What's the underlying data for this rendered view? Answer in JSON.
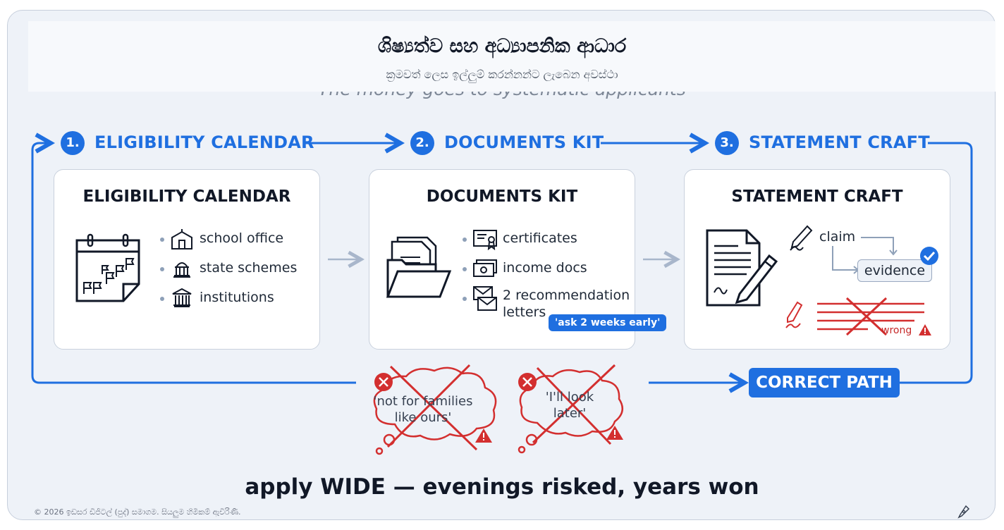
{
  "header": {
    "title": "ශිෂ්‍යත්ව සහ අධ්‍යාපනික ආධාර",
    "subtitle_si": "ක්‍රමවත් ලෙස ඉල්ලුම් කරන්නන්ට ලැබෙන අවස්ථා",
    "subtitle_en": "The money goes to systematic applicants"
  },
  "steps": [
    {
      "number": "1.",
      "label": "ELIGIBILITY CALENDAR"
    },
    {
      "number": "2.",
      "label": "DOCUMENTS KIT"
    },
    {
      "number": "3.",
      "label": "STATEMENT CRAFT"
    }
  ],
  "cards": [
    {
      "title": "ELIGIBILITY CALENDAR",
      "icon": "calendar-flags-icon",
      "items": [
        {
          "icon": "school-icon",
          "label": "school office"
        },
        {
          "icon": "capitol-icon",
          "label": "state schemes"
        },
        {
          "icon": "institution-icon",
          "label": "institutions"
        }
      ]
    },
    {
      "title": "DOCUMENTS KIT",
      "icon": "folder-icon",
      "items": [
        {
          "icon": "certificate-icon",
          "label": "certificates"
        },
        {
          "icon": "money-icon",
          "label": "income docs"
        },
        {
          "icon": "envelopes-icon",
          "label": "2 recommendation",
          "label2": "letters"
        }
      ],
      "callout": "'ask 2 weeks early'"
    },
    {
      "title": "STATEMENT CRAFT",
      "icon": "document-pen-icon",
      "claim": "claim",
      "evidence": "evidence",
      "wrong": "wrong"
    }
  ],
  "correct_path": "CORRECT PATH",
  "thoughts": [
    {
      "line1": "'not for families",
      "line2": "like ours'"
    },
    {
      "line1": "'I'll look",
      "line2": "later'"
    }
  ],
  "bottom_line": "apply WIDE — evenings risked, years won",
  "copyright": "© 2026 ඉඩසර ඩිජිටල් (පුද්) සමාගම. සියලුම හිමිකම් ඇවිරිණි.",
  "colors": {
    "accent": "#1f6fe0",
    "danger": "#d32f2f",
    "ink": "#111827"
  }
}
